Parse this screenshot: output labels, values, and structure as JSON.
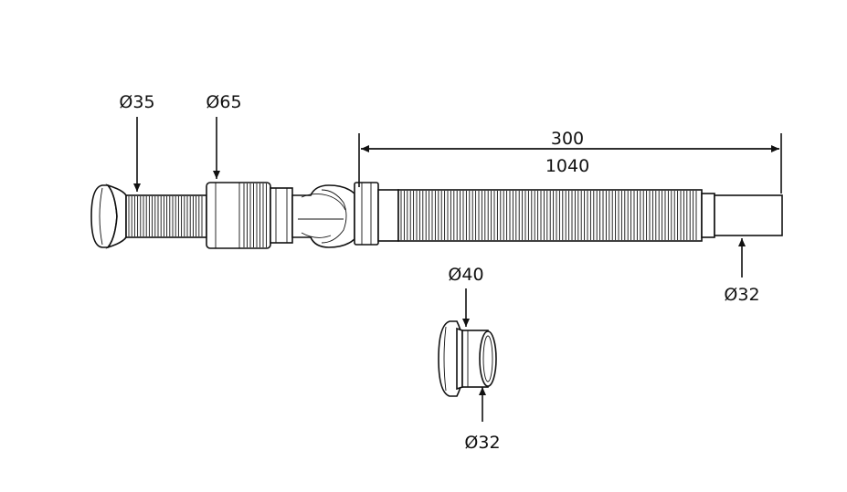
{
  "labels": {
    "drain_diameter": "Ø35",
    "nut_diameter": "Ø65",
    "min_length": "300",
    "max_length": "1040",
    "outlet_diameter": "Ø32",
    "adapter_outer_diameter": "Ø40",
    "adapter_inner_diameter": "Ø32"
  },
  "colors": {
    "stroke": "#111111",
    "background": "#ffffff"
  }
}
